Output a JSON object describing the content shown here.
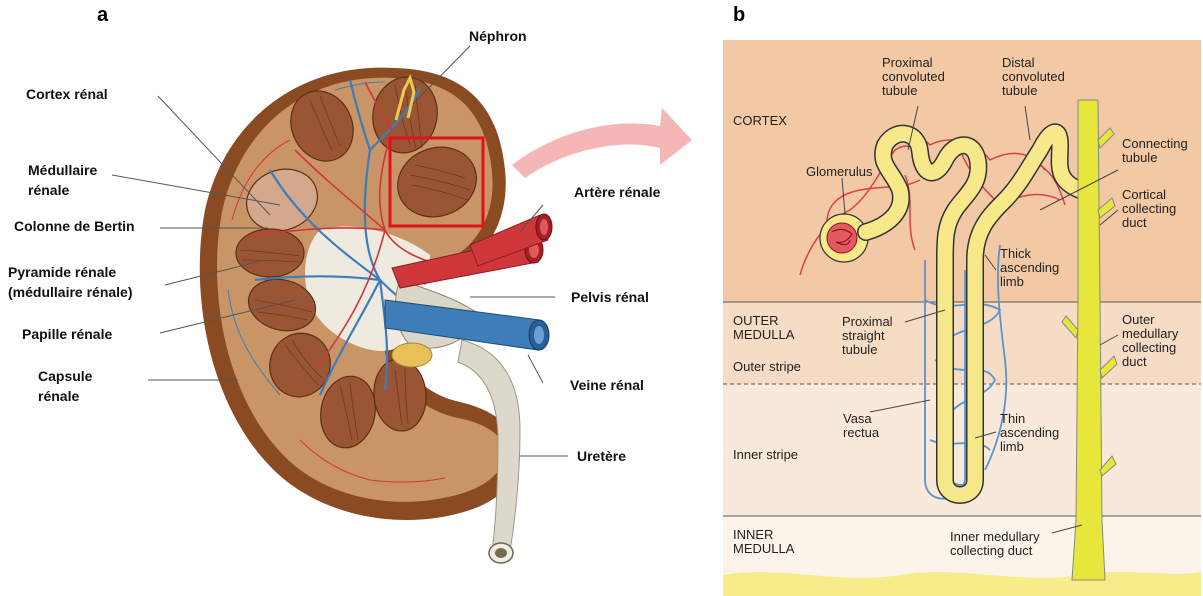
{
  "panel_a": {
    "letter": "a",
    "labels": {
      "nephron": "Néphron",
      "cortex": "Cortex rénal",
      "medullaire": "Médullaire rénale",
      "bertin": "Colonne de Bertin",
      "pyramide_line1": "Pyramide rénale",
      "pyramide_line2": "(médullaire rénale)",
      "papille": "Papille rénale",
      "capsule": "Capsule rénale",
      "artere": "Artère rénale",
      "pelvis": "Pelvis rénal",
      "veine": "Veine rénal",
      "uretere": "Uretère"
    },
    "colors": {
      "capsule": "#8a4b22",
      "cortex": "#c99566",
      "pyramid": "#9a5534",
      "artery": "#d0373a",
      "vein": "#3e7db8",
      "ureter": "#dcd9cc",
      "highlight_box": "#e2101a"
    }
  },
  "panel_b": {
    "letter": "b",
    "zones": {
      "cortex": "CORTEX",
      "outer_medulla_line1": "OUTER",
      "outer_medulla_line2": "MEDULLA",
      "outer_stripe": "Outer stripe",
      "inner_stripe": "Inner stripe",
      "inner_medulla_line1": "INNER",
      "inner_medulla_line2": "MEDULLA"
    },
    "labels": {
      "pct_1": "Proximal",
      "pct_2": "convoluted",
      "pct_3": "tubule",
      "dct_1": "Distal",
      "dct_2": "convoluted",
      "dct_3": "tubule",
      "glomerulus": "Glomerulus",
      "connecting_1": "Connecting",
      "connecting_2": "tubule",
      "ccd_1": "Cortical",
      "ccd_2": "collecting",
      "ccd_3": "duct",
      "tal_1": "Thick",
      "tal_2": "ascending",
      "tal_3": "limb",
      "pst_1": "Proximal",
      "pst_2": "straight",
      "pst_3": "tubule",
      "omcd_1": "Outer",
      "omcd_2": "medullary",
      "omcd_3": "collecting",
      "omcd_4": "duct",
      "vasa_1": "Vasa",
      "vasa_2": "rectua",
      "thin_1": "Thin",
      "thin_2": "ascending",
      "thin_3": "limb",
      "imcd_1": "Inner medullary",
      "imcd_2": "collecting duct"
    },
    "colors": {
      "cortex_bg": "#f2c9a4",
      "outer_medulla_bg": "#f6dcc4",
      "inner_stripe_bg": "#f9e9da",
      "inner_medulla_bg": "#fcf3ea",
      "tubule": "#f7e98a",
      "collecting_duct": "#e7e63a",
      "capillary_red": "#d9414a",
      "vasa_blue": "#5b93cf"
    }
  }
}
